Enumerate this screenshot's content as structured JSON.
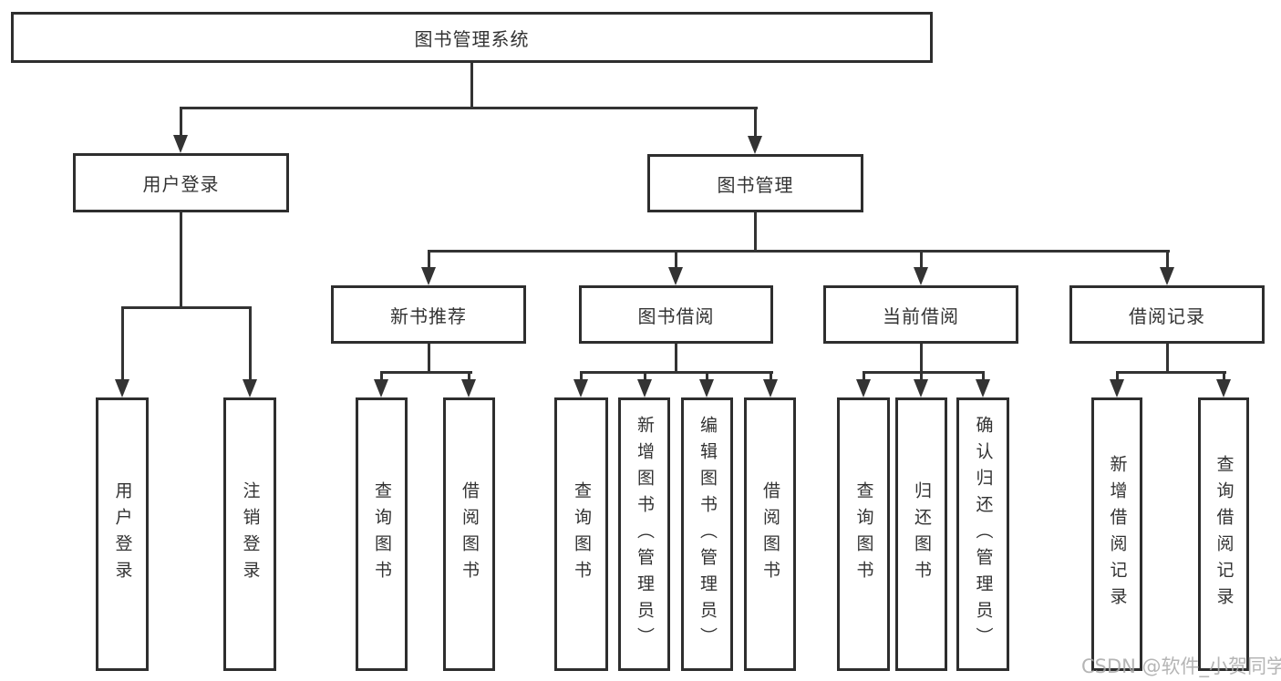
{
  "nodes": {
    "root": "图书管理系统",
    "level2": [
      "用户登录",
      "图书管理"
    ],
    "level3": [
      "新书推荐",
      "图书借阅",
      "当前借阅",
      "借阅记录"
    ],
    "leaves": [
      "用户登录",
      "注销登录",
      "查询图书",
      "借阅图书",
      "查询图书",
      "新增图书（管理员）",
      "编辑图书（管理员）",
      "借阅图书",
      "查询图书",
      "归还图书",
      "确认归还（管理员）",
      "新增借阅记录",
      "查询借阅记录"
    ]
  },
  "colors": {
    "line": "#333333",
    "border": "#2e2e2e",
    "text": "#333333",
    "background": "#ffffff",
    "watermark": "#a8a8a8"
  },
  "watermark": {
    "text": "CSDN @软件_小贺同学"
  }
}
